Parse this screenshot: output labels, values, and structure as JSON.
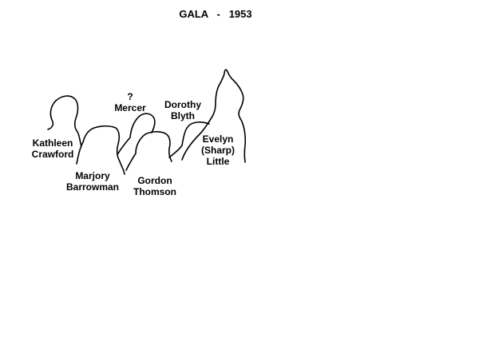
{
  "title": "GALA   -   1953",
  "people": [
    {
      "lines": [
        "Kathleen",
        "Crawford"
      ]
    },
    {
      "lines": [
        "Marjory",
        "Barrowman"
      ]
    },
    {
      "lines": [
        "?",
        "Mercer"
      ]
    },
    {
      "lines": [
        "Gordon",
        "Thomson"
      ]
    },
    {
      "lines": [
        "Dorothy",
        "Blyth"
      ]
    },
    {
      "lines": [
        "Evelyn",
        "(Sharp)",
        "Little"
      ]
    }
  ]
}
